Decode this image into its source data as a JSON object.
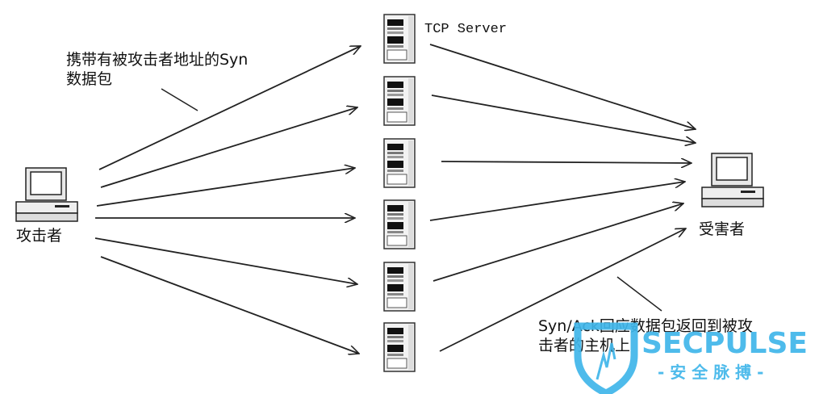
{
  "nodes": {
    "attacker_label": "攻击者",
    "victim_label": "受害者",
    "server_label": "TCP Server"
  },
  "annotations": {
    "syn_line1": "携带有被攻击者地址的Syn",
    "syn_line2": "数据包",
    "ack_line1": "Syn/Ack回应数据包返回到被攻",
    "ack_line2": "击者的主机上"
  },
  "watermark": {
    "brand": "SECPULSE",
    "subtitle": "- 安 全 脉 搏 -"
  },
  "colors": {
    "watermark": "#3fb6ea",
    "ink": "#111111"
  }
}
